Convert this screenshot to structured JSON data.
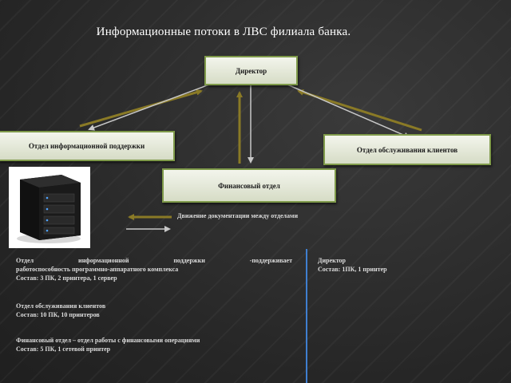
{
  "slide": {
    "title": "Информационные потоки в ЛВС филиала банка."
  },
  "diagram": {
    "nodes": {
      "director": "Директор",
      "support": "Отдел информационной поддержки",
      "clients": "Отдел обслуживания клиентов",
      "finance": "Финансовый отдел"
    },
    "colors": {
      "node_border": "#7f9a4a",
      "arrow_olive": "#8a7a26",
      "arrow_gray": "#c8c8c8",
      "divider": "#3f7fd0"
    },
    "legend": {
      "text": "Движение документации между отделами"
    }
  },
  "info": {
    "support_line1": "Отдел информационной поддержки -поддерживает",
    "support_line2": "работоспособность программно-аппаратного комплекса",
    "support_line3": "Состав: 3 ПК, 2 принтера, 1 сервер",
    "clients_line1": "Отдел обслуживания клиентов",
    "clients_line2": "Состав: 10 ПК, 10 принтеров",
    "finance_line1": "Финансовый отдел – отдел работы с финансовыми операциями",
    "finance_line2": "Состав: 5 ПК, 1 сетевой принтер",
    "director_line1": "Директор",
    "director_line2": "Состав: 1ПК, 1 принтер"
  },
  "image": {
    "icon": "server-icon"
  }
}
